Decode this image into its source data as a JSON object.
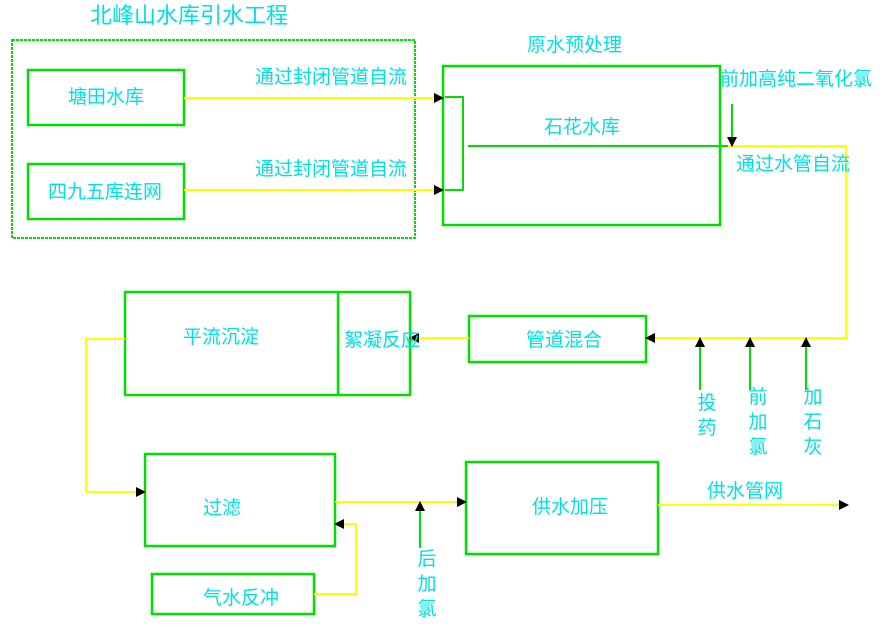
{
  "title": "北峰山水库引水工程",
  "boxes": {
    "tangtian": "塘田水库",
    "sijiuwu": "四九五库连网",
    "shihua": "石花水库",
    "yuanshui": "原水预处理",
    "pingliu": "平流沉淀",
    "xuning": "絮凝反应",
    "guandao": "管道混合",
    "guolv": "过滤",
    "gongshui": "供水加压",
    "qishui": "气水反冲"
  },
  "flow_labels": {
    "sealed1": "通过封闭管道自流",
    "sealed2": "通过封闭管道自流",
    "pre_chlorine_dioxide": "前加高纯二氧化氯",
    "water_pipe": "通过水管自流",
    "network": "供水管网"
  },
  "vertical_labels": {
    "toufang": "投药",
    "qianjialv": "前加氯",
    "jiashihui": "加石灰",
    "houjialv": "后加氯"
  },
  "colors": {
    "box": "#00e000",
    "line": "#ffff00",
    "text": "#00e0e0",
    "arrow": "#000000"
  }
}
